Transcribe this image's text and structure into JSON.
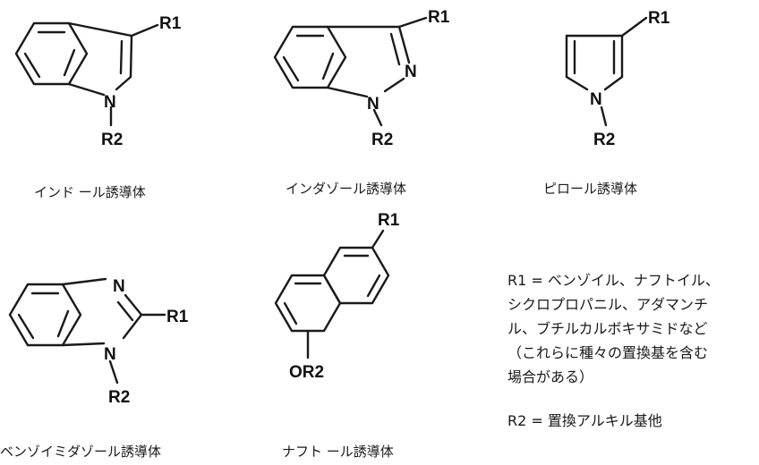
{
  "structures": {
    "indole": {
      "caption": "インド ール誘導体",
      "labels": {
        "r1": "R1",
        "n": "N",
        "r2": "R2"
      }
    },
    "indazole": {
      "caption": "インダゾール誘導体",
      "labels": {
        "r1": "R1",
        "n2": "N",
        "n1": "N",
        "r2": "R2"
      }
    },
    "pyrrole": {
      "caption": "ピロール誘導体",
      "labels": {
        "r1": "R1",
        "n": "N",
        "r2": "R2"
      }
    },
    "benzimidazole": {
      "caption": "ベンゾイミダゾール誘導体",
      "labels": {
        "n3": "N",
        "r1": "R1",
        "n1": "N",
        "r2": "R2"
      }
    },
    "naphthol": {
      "caption": "ナフト ール誘導体",
      "labels": {
        "r1": "R1",
        "or2": "OR2"
      }
    }
  },
  "legend": {
    "r1_lines": [
      "R1 = ベンゾイル、ナフトイル、",
      "シクロプロパニル、アダマンチ",
      "ル、ブチルカルボキサミドなど",
      "（これらに種々の置換基を含む",
      "場合がある）"
    ],
    "r2_line": "R2 = 置換アルキル基他"
  }
}
